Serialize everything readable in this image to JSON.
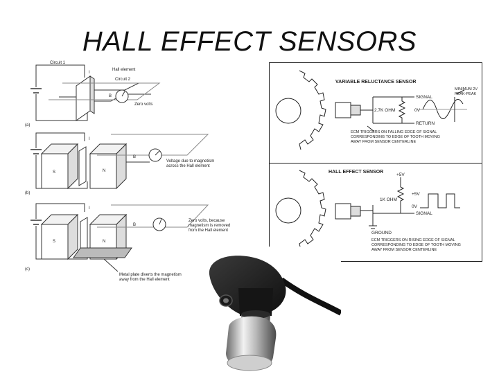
{
  "title": "HALL EFFECT SENSORS",
  "left": {
    "a": {
      "circuit1": "Circuit 1",
      "i": "I",
      "hall_element": "Hall element",
      "circuit2": "Circuit 2",
      "b": "B",
      "zero_volts": "Zero volts",
      "tag": "(a)"
    },
    "b": {
      "i": "I",
      "s": "S",
      "n": "N",
      "b": "B",
      "note_line1": "Voltage due to magnetism",
      "note_line2": "across the Hall element",
      "tag": "(b)"
    },
    "c": {
      "i": "I",
      "s": "S",
      "n": "N",
      "b": "B",
      "note_line1": "Zero volts, because",
      "note_line2": "magnetism is removed",
      "note_line3": "from the Hall element",
      "plate_line1": "Metal plate diverts the magnetism",
      "plate_line2": "away from the Hall element",
      "tag": "(c)"
    }
  },
  "right": {
    "vr_title": "VARIABLE RELUCTANCE SENSOR",
    "signal": "SIGNAL",
    "ohm_27k": "2.7K OHM",
    "zero_v": "0V",
    "return": "RETURN",
    "min_2v_line1": "MINIMUM 2V",
    "min_2v_line2": "PEAK-PEAK",
    "vr_note_line1": "ECM TRIGGERS ON FALLING EDGE OF SIGNAL",
    "vr_note_line2": "CORRESPONDING TO EDGE OF TOOTH MOVING",
    "vr_note_line3": "AWAY FROM SENSOR CENTERLINE",
    "hall_title": "HALL EFFECT SENSOR",
    "plus5v": "+5V",
    "plus5v_b": "+5V",
    "ohm_1k": "1K OHM",
    "zero_v_b": "0V",
    "signal_b": "SIGNAL",
    "ground": "GROUND",
    "hall_note_line1": "ECM TRIGGERS ON RISING EDGE OF SIGNAL",
    "hall_note_line2": "CORRESPONDING TO EDGE OF TOOTH MOVING",
    "hall_note_line3": "AWAY FROM SENSOR CENTERLINE"
  }
}
